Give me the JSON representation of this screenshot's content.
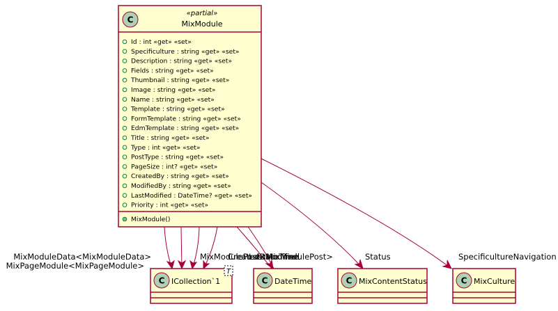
{
  "main_class": {
    "name": "MixModule",
    "stereotype": "«partial»",
    "attributes": [
      "Id : int «get» «set»",
      "Specificulture : string «get» «set»",
      "Description : string «get» «set»",
      "Fields : string «get» «set»",
      "Thumbnail : string «get» «set»",
      "Image : string «get» «set»",
      "Name : string «get» «set»",
      "Template : string «get» «set»",
      "FormTemplate : string «get» «set»",
      "EdmTemplate : string «get» «set»",
      "Title : string «get» «set»",
      "Type : int «get» «set»",
      "PostType : string «get» «set»",
      "PageSize : int? «get» «set»",
      "CreatedBy : string «get» «set»",
      "ModifiedBy : string «get» «set»",
      "LastModified : DateTime? «get» «set»",
      "Priority : int «get» «set»"
    ],
    "methods": [
      "MixModule()"
    ]
  },
  "targets": {
    "icollection": {
      "name": "ICollection`1",
      "type_param": "T"
    },
    "datetime": {
      "name": "DateTime"
    },
    "mixcontentstatus": {
      "name": "MixContentStatus"
    },
    "mixculture": {
      "name": "MixCulture"
    }
  },
  "edge_labels": {
    "module_data": "MixModuleData<MixModuleData>",
    "page_module": "MixPageModule<MixPageModule>",
    "overlap_module_post": "MixModulePost<MixModulePost>",
    "overlap_created": "CreatedDateTime",
    "overlap_last_modified": "LastModified",
    "status": "Status",
    "specificulture_navigation": "SpecificultureNavigation"
  },
  "icons": {
    "class_icon_letter": "C",
    "visibility_icon": "public-visibility-icon"
  },
  "colors": {
    "class_fill": "#FEFECE",
    "border": "#A80036",
    "class_icon": "#ADD1B2",
    "visibility": "#84BE84"
  }
}
